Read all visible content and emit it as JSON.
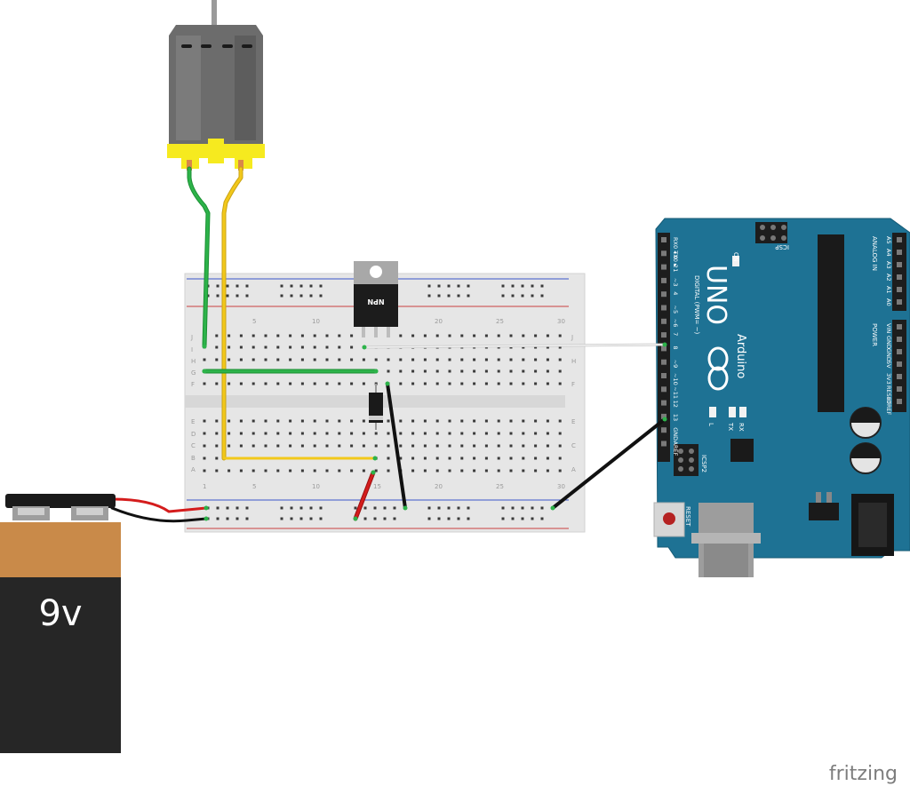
{
  "battery": {
    "label": "9v"
  },
  "transistor": {
    "label": "NPN"
  },
  "arduino": {
    "model": "UNO",
    "brand": "Arduino",
    "on_label": "ON",
    "icsp_label": "ICSP",
    "icsp2_label": "ICSP2",
    "reset_label": "RESET",
    "digital_label": "DIGITAL (PWM= ~)",
    "analog_label": "ANALOG IN",
    "power_label": "POWER",
    "led_l": "L",
    "led_tx": "TX",
    "led_rx": "RX",
    "digital_pins": [
      "RX0 ◂ 0",
      "TX0 ▸ 1",
      "2",
      "~3",
      "4",
      "~5",
      "~6",
      "7",
      "8",
      "~9",
      "~10",
      "~11",
      "12",
      "13",
      "GND",
      "AREF"
    ],
    "analog_pins": [
      "A5",
      "A4",
      "A3",
      "A2",
      "A1",
      "A0"
    ],
    "power_pins": [
      "VIN",
      "GND",
      "GND",
      "5V",
      "3V3",
      "RESET",
      "IOREF"
    ]
  },
  "breadboard": {
    "row_letters_top": [
      "J",
      "I",
      "H",
      "G",
      "F"
    ],
    "row_letters_bottom": [
      "E",
      "D",
      "C",
      "B",
      "A"
    ],
    "column_numbers": [
      "1",
      "5",
      "10",
      "15",
      "20",
      "25",
      "30"
    ]
  },
  "colors": {
    "wire_green": "#2db34a",
    "wire_yellow": "#f2c81a",
    "wire_red": "#d41c1c",
    "wire_black": "#222222",
    "wire_white": "#e8e8e8",
    "arduino_board": "#1e7294",
    "breadboard": "#e6e6e6",
    "battery_orange": "#c98a49",
    "motor_body": "#6c6c6c",
    "motor_cap": "#f6ea1f"
  },
  "watermark": "fritzing"
}
